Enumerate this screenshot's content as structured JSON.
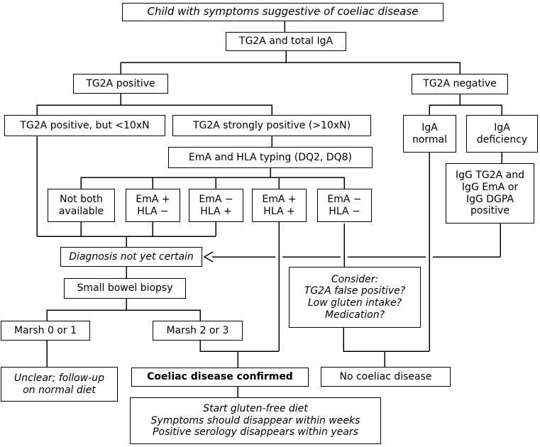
{
  "diagram": {
    "title": "Coeliac disease diagnostic flowchart",
    "colors": {
      "line": "#000000",
      "box_border": "#000000",
      "background": "#ffffff",
      "text": "#000000"
    },
    "nodes": {
      "child_symptoms": "Child with symptoms suggestive of coeliac disease",
      "tg2a_total_iga": "TG2A and total IgA",
      "tg2a_positive": "TG2A positive",
      "tg2a_negative": "TG2A negative",
      "tg2a_lt10": "TG2A positive, but <10xN",
      "tg2a_gt10": "TG2A strongly positive (>10xN)",
      "ema_hla_typing": "EmA and HLA typing (DQ2, DQ8)",
      "not_both_available": "Not both\navailable",
      "ema_pos_hla_neg": "EmA +\nHLA −",
      "ema_neg_hla_pos": "EmA −\nHLA +",
      "ema_pos_hla_pos": "EmA +\nHLA +",
      "ema_neg_hla_neg": "EmA −\nHLA −",
      "iga_normal": "IgA\nnormal",
      "iga_deficiency": "IgA\ndeficiency",
      "igg_positive": "IgG TG2A and\nIgG EmA or\nIgG DGPA\npositive",
      "diagnosis_uncertain": "Diagnosis not yet certain",
      "small_bowel_biopsy": "Small bowel biopsy",
      "marsh_0_1": "Marsh 0 or 1",
      "marsh_2_3": "Marsh 2 or 3",
      "consider": "Consider:\nTG2A false positive?\nLow gluten intake?\nMedication?",
      "unclear_followup": "Unclear; follow-up\non normal diet",
      "coeliac_confirmed": "Coeliac disease confirmed",
      "no_coeliac": "No coeliac disease",
      "gluten_free_diet": "Start gluten-free diet\nSymptoms should disappear within weeks\nPositive serology disappears within years"
    },
    "edges": [
      {
        "from": "child_symptoms",
        "to": "tg2a_total_iga"
      },
      {
        "from": "tg2a_total_iga",
        "to": "tg2a_positive"
      },
      {
        "from": "tg2a_total_iga",
        "to": "tg2a_negative"
      },
      {
        "from": "tg2a_positive",
        "to": "tg2a_lt10"
      },
      {
        "from": "tg2a_positive",
        "to": "tg2a_gt10"
      },
      {
        "from": "tg2a_gt10",
        "to": "ema_hla_typing"
      },
      {
        "from": "ema_hla_typing",
        "to": "not_both_available"
      },
      {
        "from": "ema_hla_typing",
        "to": "ema_pos_hla_neg"
      },
      {
        "from": "ema_hla_typing",
        "to": "ema_neg_hla_pos"
      },
      {
        "from": "ema_hla_typing",
        "to": "ema_pos_hla_pos"
      },
      {
        "from": "ema_hla_typing",
        "to": "ema_neg_hla_neg"
      },
      {
        "from": "tg2a_lt10",
        "to": "diagnosis_uncertain"
      },
      {
        "from": "not_both_available",
        "to": "diagnosis_uncertain"
      },
      {
        "from": "ema_pos_hla_neg",
        "to": "diagnosis_uncertain"
      },
      {
        "from": "ema_neg_hla_pos",
        "to": "diagnosis_uncertain"
      },
      {
        "from": "igg_positive",
        "to": "diagnosis_uncertain",
        "style": "arrow"
      },
      {
        "from": "tg2a_negative",
        "to": "iga_normal"
      },
      {
        "from": "tg2a_negative",
        "to": "iga_deficiency"
      },
      {
        "from": "iga_deficiency",
        "to": "igg_positive"
      },
      {
        "from": "iga_normal",
        "to": "no_coeliac"
      },
      {
        "from": "ema_neg_hla_neg",
        "to": "consider"
      },
      {
        "from": "consider",
        "to": "no_coeliac"
      },
      {
        "from": "diagnosis_uncertain",
        "to": "small_bowel_biopsy"
      },
      {
        "from": "small_bowel_biopsy",
        "to": "marsh_0_1"
      },
      {
        "from": "small_bowel_biopsy",
        "to": "marsh_2_3"
      },
      {
        "from": "marsh_0_1",
        "to": "unclear_followup"
      },
      {
        "from": "marsh_2_3",
        "to": "coeliac_confirmed"
      },
      {
        "from": "ema_pos_hla_pos",
        "to": "coeliac_confirmed"
      },
      {
        "from": "coeliac_confirmed",
        "to": "gluten_free_diet"
      }
    ]
  }
}
